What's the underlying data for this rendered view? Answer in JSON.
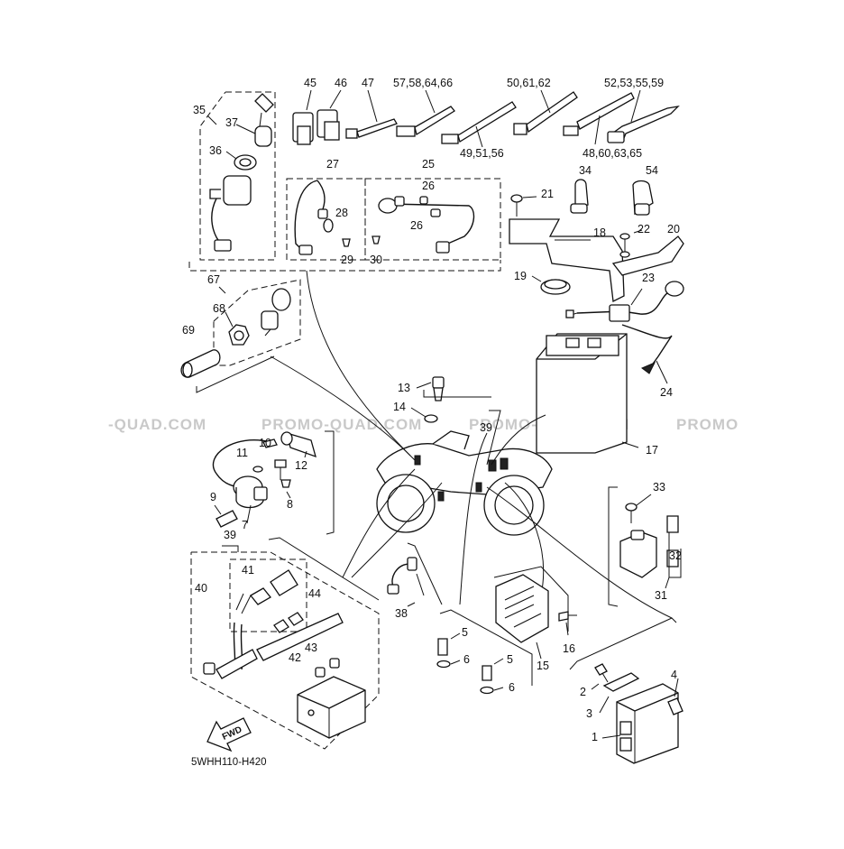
{
  "watermark": "PROMO-QUAD.COM",
  "watermark_fragments": [
    "-QUAD.COM",
    "PROMO-QUAD.COM",
    "PROMO-QUAD.COM",
    "PROMO"
  ],
  "diagram_code": "5WHH110-H420",
  "fwd_label": "FWD",
  "callouts": {
    "c45": "45",
    "c46": "46",
    "c47": "47",
    "c57": "57,58,64,66",
    "c50": "50,61,62",
    "c52": "52,53,55,59",
    "c49": "49,51,56",
    "c48": "48,60,63,65",
    "c35": "35",
    "c37": "37",
    "c36": "36",
    "c27": "27",
    "c28": "28",
    "c29": "29",
    "c30": "30",
    "c25": "25",
    "c26a": "26",
    "c26b": "26",
    "c34": "34",
    "c54": "54",
    "c21": "21",
    "c22": "22",
    "c18": "18",
    "c20": "20",
    "c19": "19",
    "c23": "23",
    "c24": "24",
    "c17": "17",
    "c67": "67",
    "c68": "68",
    "c69": "69",
    "c13": "13",
    "c14": "14",
    "c39a": "39",
    "c10": "10",
    "c11": "11",
    "c12": "12",
    "c9": "9",
    "c7": "7",
    "c8": "8",
    "c39b": "39",
    "c41": "41",
    "c40": "40",
    "c44": "44",
    "c43": "43",
    "c42": "42",
    "c38": "38",
    "c5a": "5",
    "c6a": "6",
    "c5b": "5",
    "c6b": "6",
    "c15": "15",
    "c16": "16",
    "c33": "33",
    "c32": "32",
    "c31": "31",
    "c4": "4",
    "c2": "2",
    "c3": "3",
    "c1": "1"
  }
}
